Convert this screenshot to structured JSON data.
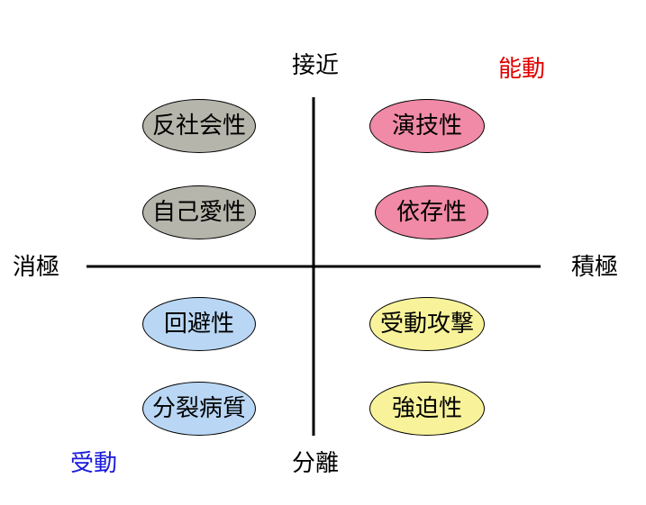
{
  "axes": {
    "top": "接近",
    "bottom": "分離",
    "left": "消極",
    "right": "積極"
  },
  "corners": {
    "top_right": {
      "label": "能動",
      "color": "#e00000"
    },
    "bottom_left": {
      "label": "受動",
      "color": "#1a1adb"
    }
  },
  "colors": {
    "gray": "#b6b5ab",
    "pink": "#f08aa6",
    "blue": "#b9d7f5",
    "yellow": "#f8f39a",
    "axis": "#000000"
  },
  "items": [
    {
      "label": "反社会性",
      "color_key": "gray"
    },
    {
      "label": "自己愛性",
      "color_key": "gray"
    },
    {
      "label": "演技性",
      "color_key": "pink"
    },
    {
      "label": "依存性",
      "color_key": "pink"
    },
    {
      "label": "回避性",
      "color_key": "blue"
    },
    {
      "label": "分裂病質",
      "color_key": "blue"
    },
    {
      "label": "受動攻撃",
      "color_key": "yellow"
    },
    {
      "label": "強迫性",
      "color_key": "yellow"
    }
  ]
}
